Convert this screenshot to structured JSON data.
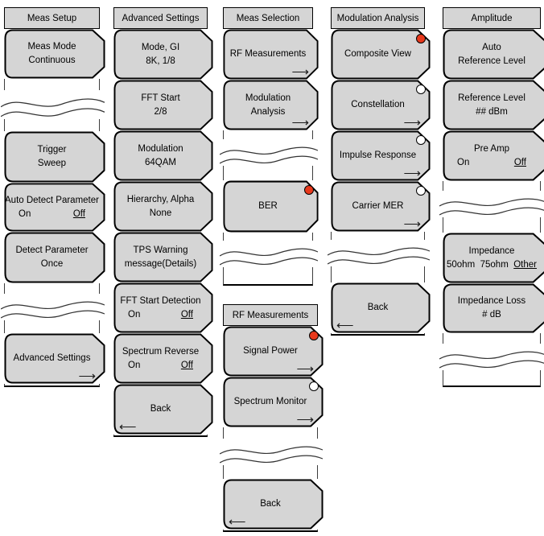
{
  "colors": {
    "key_fill": "#d5d5d5",
    "key_outline": "#000000",
    "radio_selected": "#e8391c",
    "radio_unselected": "#ffffff"
  },
  "icons": {
    "submenu_arrow": "⟶",
    "back_arrow": "⟵"
  },
  "panels": {
    "meas_setup": {
      "title": "Meas Setup",
      "keys": {
        "meas_mode": {
          "line1": "Meas Mode",
          "line2": "Continuous"
        },
        "trigger": {
          "line1": "Trigger",
          "line2": "Sweep"
        },
        "auto_detect_parameter": {
          "line1": "Auto Detect Parameter",
          "on": "On",
          "off": "Off"
        },
        "detect_parameter": {
          "line1": "Detect Parameter",
          "line2": "Once"
        },
        "advanced_settings": {
          "line1": "Advanced Settings"
        }
      }
    },
    "advanced_settings": {
      "title": "Advanced Settings",
      "keys": {
        "mode_gi": {
          "line1": "Mode, GI",
          "line2": "8K, 1/8"
        },
        "fft_start": {
          "line1": "FFT Start",
          "line2": "2/8"
        },
        "modulation": {
          "line1": "Modulation",
          "line2": "64QAM"
        },
        "hierarchy_alpha": {
          "line1": "Hierarchy, Alpha",
          "line2": "None"
        },
        "tps_warning": {
          "line1": "TPS Warning",
          "line2": "message(Details)"
        },
        "fft_start_detection": {
          "line1": "FFT Start Detection",
          "on": "On",
          "off": "Off"
        },
        "spectrum_reverse": {
          "line1": "Spectrum Reverse",
          "on": "On",
          "off": "Off"
        },
        "back": {
          "line1": "Back"
        }
      }
    },
    "meas_selection": {
      "title": "Meas Selection",
      "keys": {
        "rf_measurements": {
          "line1": "RF Measurements"
        },
        "modulation_analysis": {
          "line1": "Modulation",
          "line2": "Analysis"
        },
        "ber": {
          "line1": "BER"
        }
      }
    },
    "rf_measurements": {
      "title": "RF Measurements",
      "keys": {
        "signal_power": {
          "line1": "Signal Power"
        },
        "spectrum_monitor": {
          "line1": "Spectrum Monitor"
        },
        "back": {
          "line1": "Back"
        }
      }
    },
    "modulation_analysis": {
      "title": "Modulation Analysis",
      "keys": {
        "composite_view": {
          "line1": "Composite View"
        },
        "constellation": {
          "line1": "Constellation"
        },
        "impulse_response": {
          "line1": "Impulse Response"
        },
        "carrier_mer": {
          "line1": "Carrier MER"
        },
        "back": {
          "line1": "Back"
        }
      }
    },
    "amplitude": {
      "title": "Amplitude",
      "keys": {
        "auto_reference_level": {
          "line1": "Auto",
          "line2": "Reference Level"
        },
        "reference_level": {
          "line1": "Reference Level",
          "line2": "## dBm"
        },
        "pre_amp": {
          "line1": "Pre Amp",
          "on": "On",
          "off": "Off"
        },
        "impedance": {
          "line1": "Impedance",
          "opt1": "50ohm",
          "opt2": "75ohm",
          "opt3": "Other"
        },
        "impedance_loss": {
          "line1": "Impedance Loss",
          "line2": "# dB"
        }
      }
    }
  }
}
